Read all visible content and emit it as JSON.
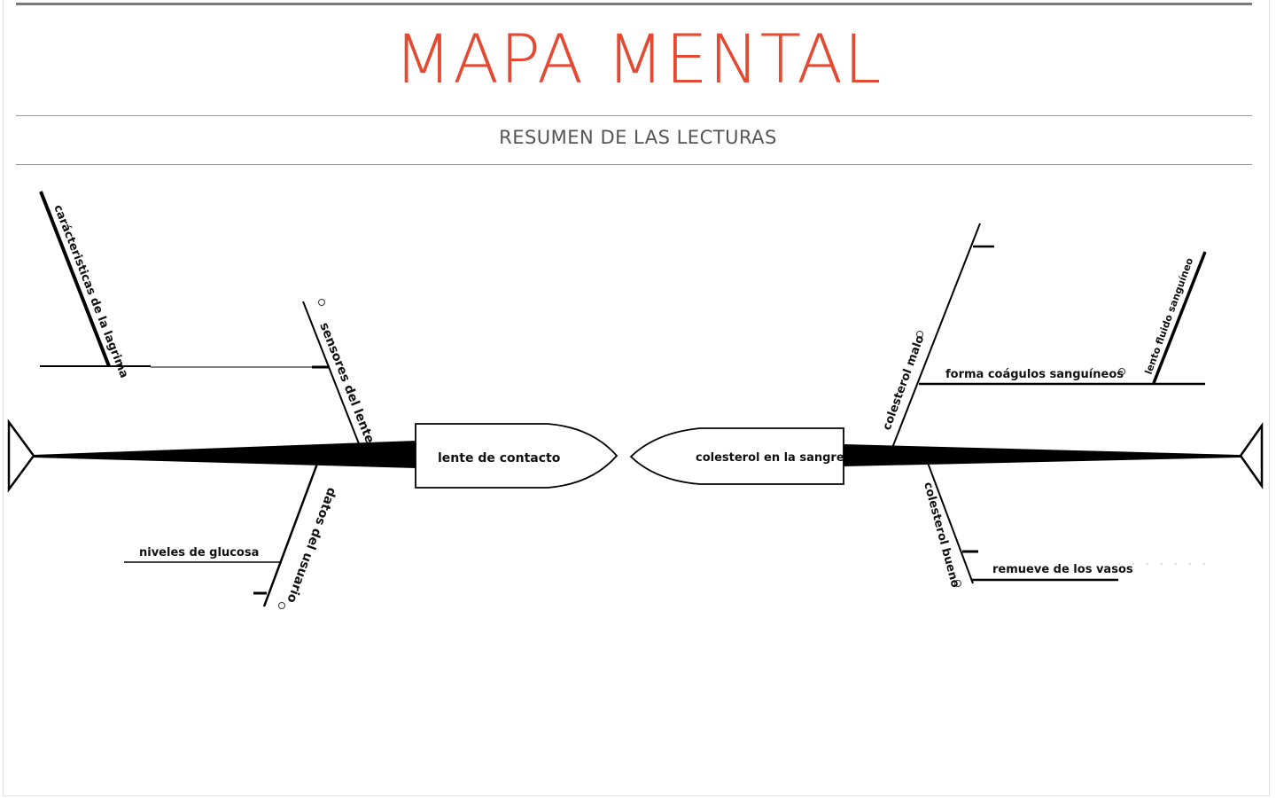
{
  "header": {
    "title": "MAPA MENTAL",
    "subtitle": "RESUMEN DE LAS LECTURAS"
  },
  "colors": {
    "title": "#e34a33",
    "subtitle": "#555555",
    "line": "#000000"
  },
  "left_diagram": {
    "head_label": "lente de contacto",
    "branches": [
      "carácteristicas de la lagrima",
      "sensores del lente",
      "datos del usuario"
    ],
    "sub_branches": [
      "niveles de glucosa"
    ]
  },
  "right_diagram": {
    "head_label": "colesterol en la sangre",
    "branches": [
      "colesterol malo",
      "lento fluido sanguíneo",
      "colesterol bueno"
    ],
    "sub_branches": [
      "forma coágulos sanguíneos",
      "remueve de los vasos"
    ]
  }
}
